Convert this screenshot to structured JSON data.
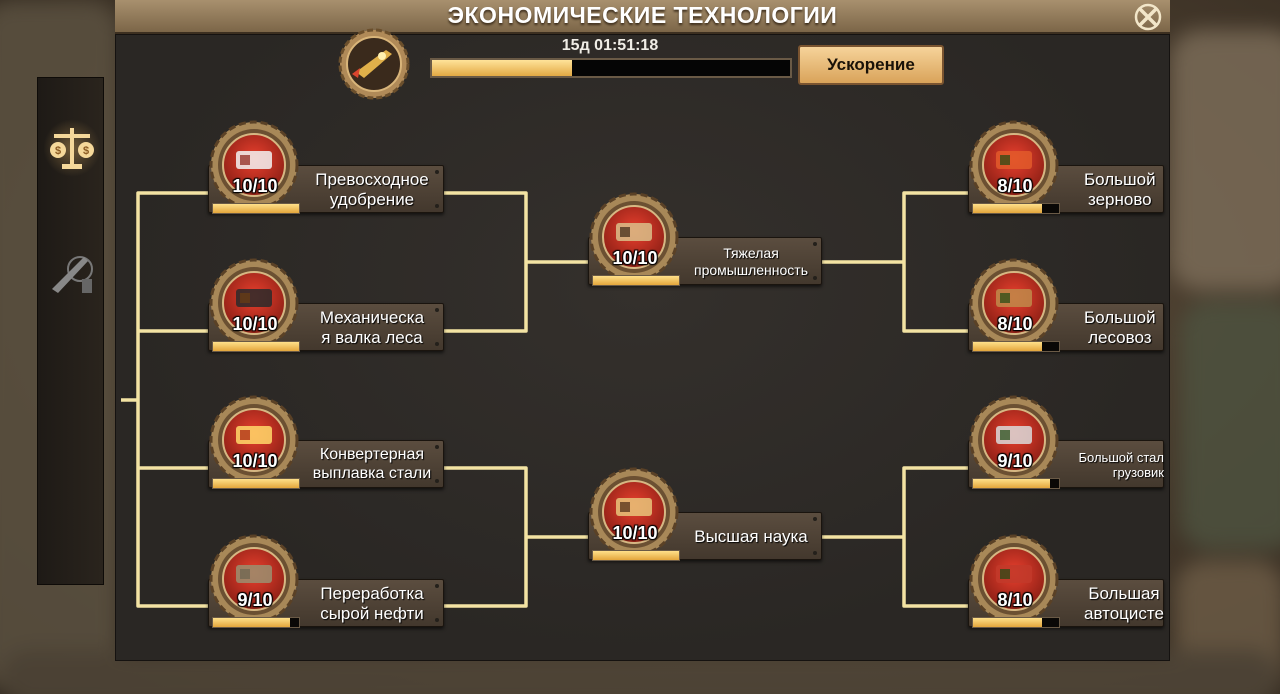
{
  "header": {
    "title": "ЭКОНОМИЧЕСКИЕ ТЕХНОЛОГИИ"
  },
  "research": {
    "timer": "15д 01:51:18",
    "progress": 0.39,
    "speedup_label": "Ускорение"
  },
  "side_tabs": [
    {
      "icon": "economy-scales-icon",
      "active": true
    },
    {
      "icon": "military-rifle-icon",
      "active": false
    }
  ],
  "nodes": [
    {
      "id": "fertilizer",
      "name": "Превосходное\nудобрение",
      "level": "10/10",
      "progress": 1.0,
      "icon": "fertilizer-icon"
    },
    {
      "id": "logging",
      "name": "Механическа\nя валка леса",
      "level": "10/10",
      "progress": 1.0,
      "icon": "logging-machine-icon"
    },
    {
      "id": "steel",
      "name": "Конвертерная\nвыплавка стали",
      "level": "10/10",
      "progress": 1.0,
      "icon": "converter-furnace-icon"
    },
    {
      "id": "oil",
      "name": "Переработка\nсырой нефти",
      "level": "9/10",
      "progress": 0.9,
      "icon": "oil-refinery-icon"
    },
    {
      "id": "industry",
      "name": "Тяжелая\nпромышленность",
      "level": "10/10",
      "progress": 1.0,
      "icon": "heavy-industry-icon"
    },
    {
      "id": "science",
      "name": "Высшая наука",
      "level": "10/10",
      "progress": 1.0,
      "icon": "library-icon"
    },
    {
      "id": "grain",
      "name": "Большой\nзерново",
      "level": "8/10",
      "progress": 0.8,
      "icon": "grain-truck-icon"
    },
    {
      "id": "timber",
      "name": "Большой\nлесовоз",
      "level": "8/10",
      "progress": 0.8,
      "icon": "timber-truck-icon"
    },
    {
      "id": "steel_truck",
      "name": "Большой стал\nгрузовик",
      "level": "9/10",
      "progress": 0.9,
      "icon": "steel-truck-icon"
    },
    {
      "id": "tanker",
      "name": "Большая\nавтоцисте",
      "level": "8/10",
      "progress": 0.8,
      "icon": "tanker-truck-icon"
    }
  ],
  "colors": {
    "line": "#f3e3a3",
    "accent": "#e8b04f",
    "panel": "#2e2b28"
  }
}
